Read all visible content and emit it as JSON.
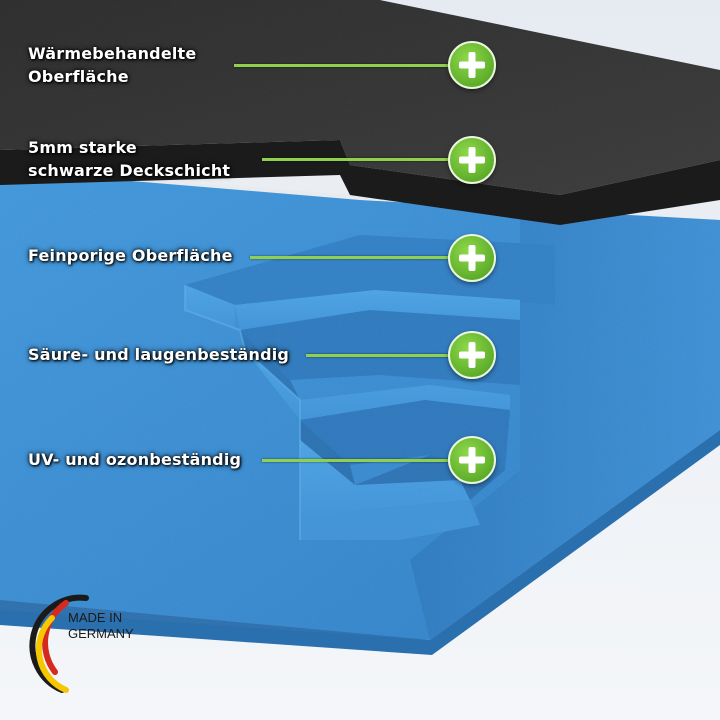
{
  "features": [
    {
      "label": "Wärmebehandelte\nOberfläche",
      "icon": "plus-icon"
    },
    {
      "label": "5mm starke\nschwarze Deckschicht",
      "icon": "plus-icon"
    },
    {
      "label": "Feinporige Oberfläche",
      "icon": "plus-icon"
    },
    {
      "label": "Säure- und laugenbeständig",
      "icon": "plus-icon"
    },
    {
      "label": "UV- und ozonbeständig",
      "icon": "plus-icon"
    }
  ],
  "badge": {
    "line1": "MADE IN",
    "line2": "GERMANY",
    "flag_colors": [
      "#1a1a1a",
      "#d62a1e",
      "#f6c700"
    ]
  },
  "colors": {
    "foam_blue": "#3b8fd6",
    "foam_top": "#2a2a2a",
    "accent_green": "#6cbf35",
    "background": "#eef2f6"
  }
}
